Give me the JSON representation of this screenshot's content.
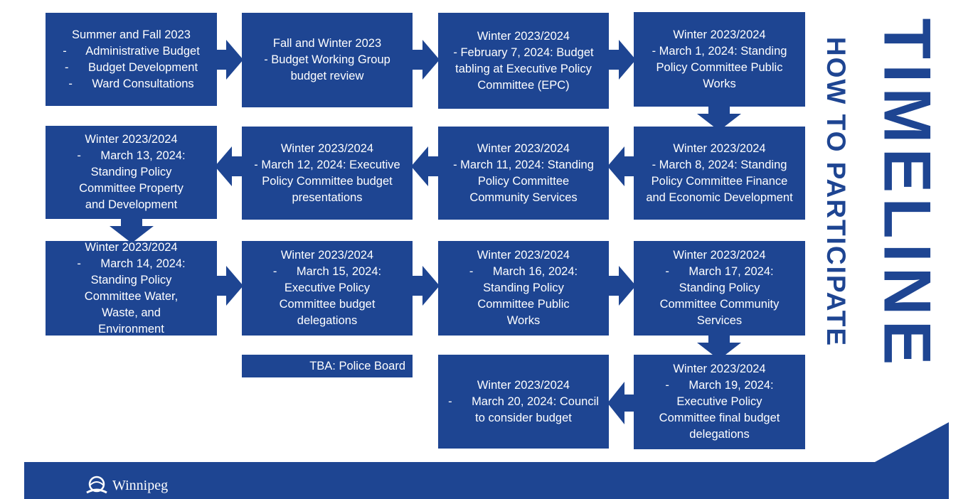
{
  "title": "TIMELINE",
  "subtitle": "HOW TO PARTICIPATE",
  "logo_text": "Winnipeg",
  "colors": {
    "box": "#1e4592",
    "arrow": "#1e4592",
    "text": "#ffffff",
    "background": "#ffffff"
  },
  "boxes": [
    {
      "id": "b1",
      "lines": [
        "Summer and Fall 2023",
        "-      Administrative Budget",
        "-      Budget Development",
        "-      Ward Consultations"
      ]
    },
    {
      "id": "b2",
      "lines": [
        "Fall and Winter 2023",
        "- Budget Working Group",
        "budget review"
      ]
    },
    {
      "id": "b3",
      "lines": [
        "Winter 2023/2024",
        "- February 7, 2024: Budget",
        "tabling at Executive Policy",
        "Committee (EPC)"
      ]
    },
    {
      "id": "b4",
      "lines": [
        "Winter 2023/2024",
        "- March 1, 2024: Standing",
        "Policy Committee Public",
        "Works"
      ]
    },
    {
      "id": "b5",
      "lines": [
        "Winter 2023/2024",
        "-      March 13, 2024:",
        "Standing Policy",
        "Committee Property",
        "and Development"
      ]
    },
    {
      "id": "b6",
      "lines": [
        "Winter 2023/2024",
        "- March 12, 2024: Executive",
        "Policy Committee budget",
        "presentations"
      ]
    },
    {
      "id": "b7",
      "lines": [
        "Winter 2023/2024",
        "- March 11, 2024: Standing",
        "Policy Committee",
        "Community Services"
      ]
    },
    {
      "id": "b8",
      "lines": [
        "Winter 2023/2024",
        "- March 8, 2024: Standing",
        "Policy Committee Finance",
        "and Economic Development"
      ]
    },
    {
      "id": "b9",
      "lines": [
        "Winter 2023/2024",
        "-      March 14, 2024:",
        "Standing Policy",
        "Committee Water,",
        "Waste, and",
        "Environment"
      ]
    },
    {
      "id": "b10",
      "lines": [
        "Winter 2023/2024",
        "-      March 15, 2024:",
        "Executive Policy",
        "Committee budget",
        "delegations"
      ]
    },
    {
      "id": "b11",
      "lines": [
        "Winter 2023/2024",
        "-      March 16, 2024:",
        "Standing Policy",
        "Committee Public",
        "Works"
      ]
    },
    {
      "id": "b12",
      "lines": [
        "Winter 2023/2024",
        "-      March 17, 2024:",
        "Standing Policy",
        "Committee Community",
        "Services"
      ]
    },
    {
      "id": "b13",
      "lines": [
        "Winter 2023/2024",
        "-      March 20, 2024: Council",
        "to consider budget"
      ]
    },
    {
      "id": "b14",
      "lines": [
        "Winter 2023/2024",
        "-      March 19, 2024:",
        "Executive Policy",
        "Committee final budget",
        "delegations"
      ]
    }
  ],
  "tba_label": "TBA: Police Board"
}
